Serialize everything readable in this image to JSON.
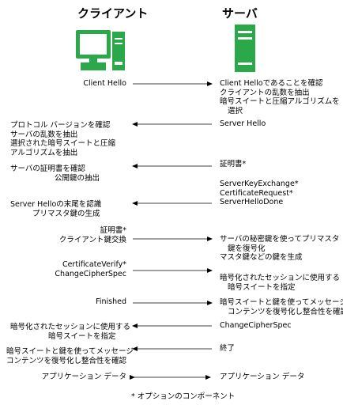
{
  "headers": {
    "client": "クライアント",
    "server": "サーバ"
  },
  "icons": {
    "client": "desktop-computer-icon",
    "server": "server-tower-icon",
    "accent": "#2aa84a"
  },
  "steps": [
    {
      "client": [
        "Client Hello"
      ],
      "direction": "to-server",
      "server": [
        "Client Helloであることを確認",
        "クライアントの乱数を抽出",
        "暗号スイートと圧縮アルゴリズムを",
        "選択"
      ]
    },
    {
      "client": [
        "プロトコル バージョンを確認",
        "サーバの乱数を抽出",
        "選択された暗号スイートと圧縮",
        "アルゴリズムを抽出"
      ],
      "direction": "to-client",
      "server": [
        "Server Hello"
      ]
    },
    {
      "client": [
        "サーバの証明書を確認",
        "公開鍵の抽出"
      ],
      "direction": "to-client",
      "server": [
        "証明書*"
      ]
    },
    {
      "client": [],
      "direction": "none",
      "server": [
        "ServerKeyExchange*",
        "CertificateRequest*",
        "ServerHelloDone"
      ]
    },
    {
      "client": [
        "Server Helloの末尾を認識",
        "プリマスタ鍵の生成"
      ],
      "direction": "to-client",
      "server": []
    },
    {
      "client": [
        "証明書*",
        "クライアント鍵交換"
      ],
      "direction": "to-server",
      "server": [
        "サーバの秘密鍵を使ってプリマスタ",
        "鍵を復号化",
        "マスタ鍵などの鍵を生成"
      ]
    },
    {
      "client": [
        "CertificateVerify*",
        "ChangeCipherSpec"
      ],
      "direction": "to-server",
      "server": [
        "暗号化されたセッションに使用する",
        "暗号スイートを指定"
      ]
    },
    {
      "client": [
        "Finished"
      ],
      "direction": "to-server",
      "server": [
        "暗号スイートと鍵を使ってメッセージ",
        "コンテンツを復号化し整合性を確認"
      ]
    },
    {
      "client": [
        "暗号化されたセッションに使用する",
        "暗号スイートを指定"
      ],
      "direction": "to-client",
      "server": [
        "ChangeCipherSpec"
      ]
    },
    {
      "client": [
        "暗号スイートと鍵を使ってメッセージ",
        "コンテンツを復号化し整合性を確認"
      ],
      "direction": "to-client",
      "server": [
        "終了"
      ]
    },
    {
      "client": [
        "アプリケーション データ"
      ],
      "direction": "both",
      "server": [
        "アプリケーション データ"
      ]
    }
  ],
  "footnote": "* オプションのコンポーネント"
}
